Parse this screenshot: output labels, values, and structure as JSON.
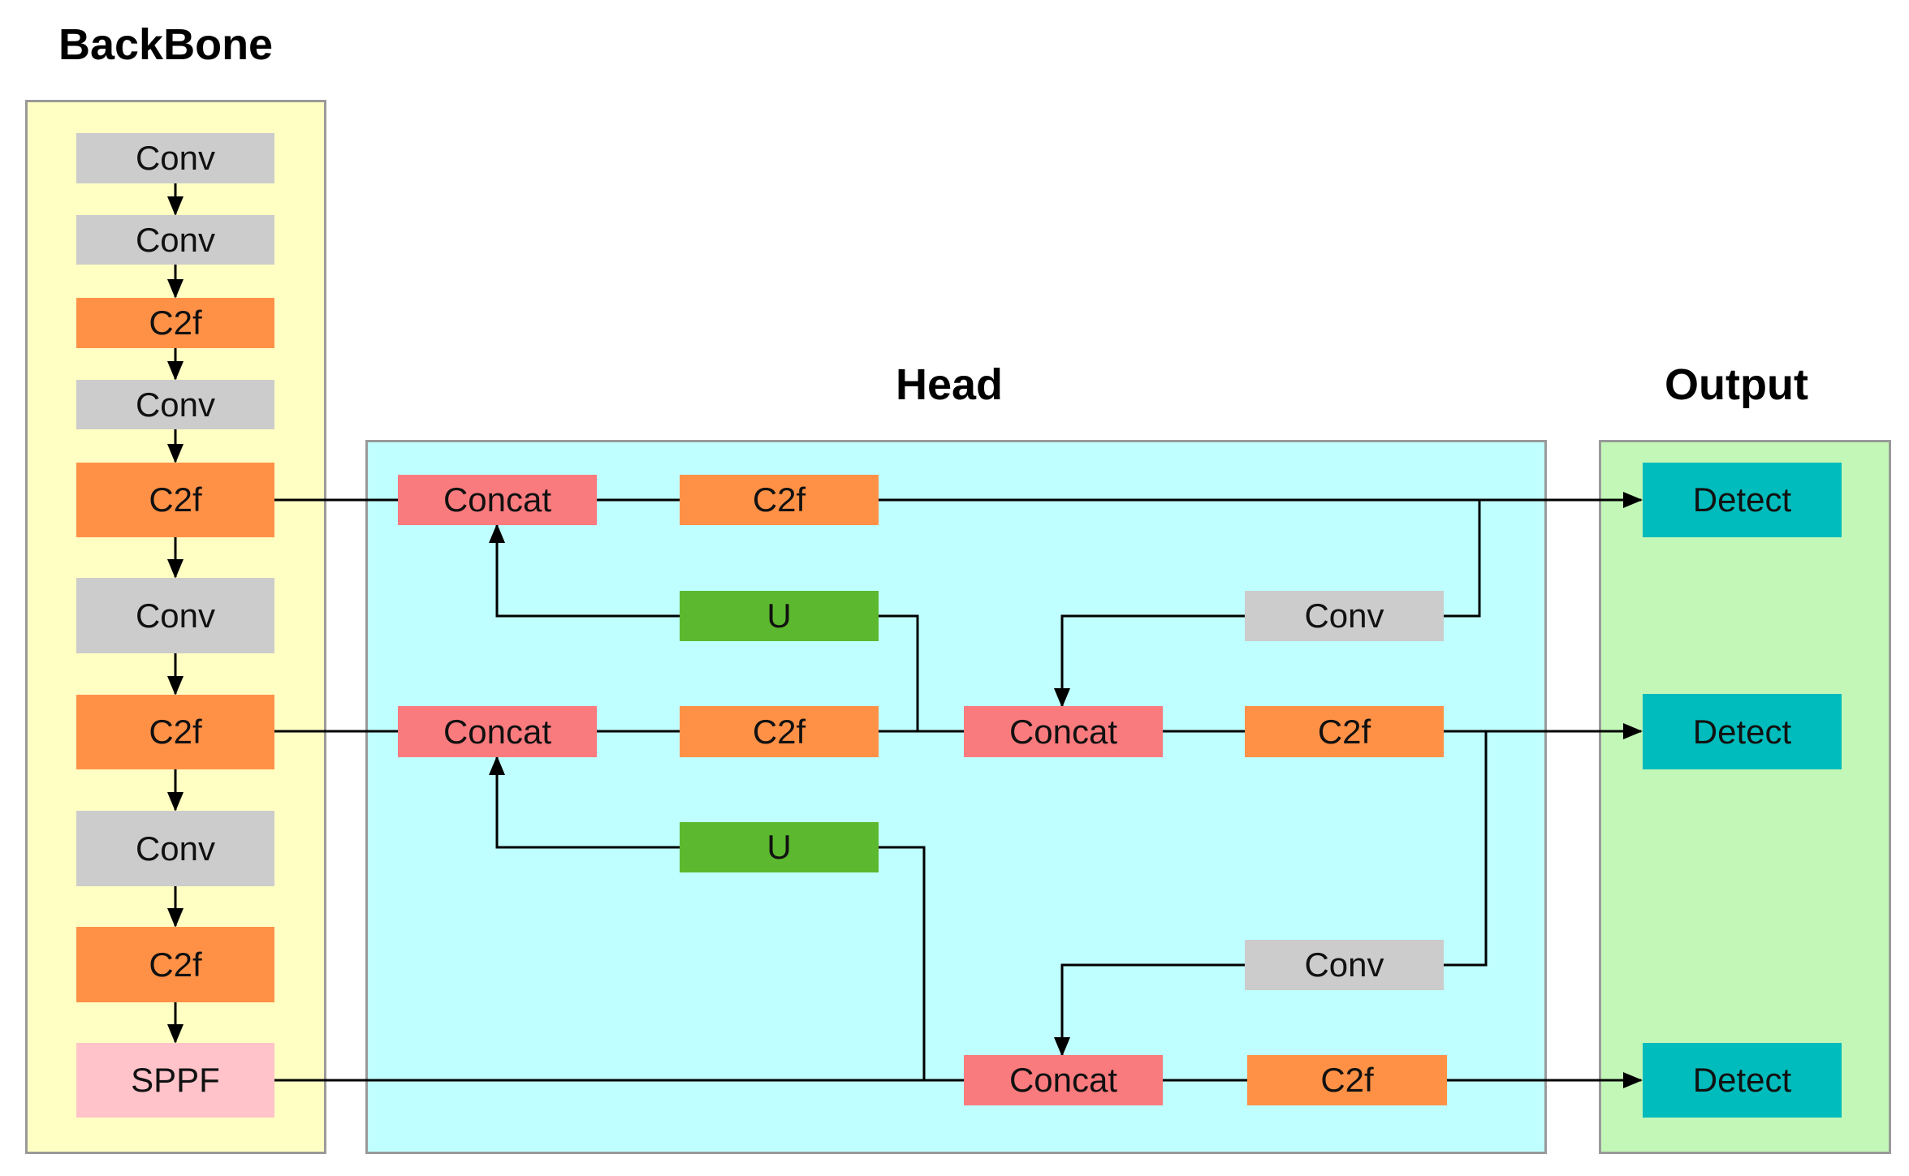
{
  "sections": {
    "backbone": "BackBone",
    "head": "Head",
    "output": "Output"
  },
  "colors": {
    "backbone_bg": "#ffffc4",
    "head_bg": "#c0ffff",
    "output_bg": "#c3f7b7",
    "conv": "#cccccc",
    "c2f": "#ff9147",
    "sppf": "#ffc3c9",
    "concat": "#fa7b7e",
    "upsample": "#5cb82e",
    "detect": "#00bcbc",
    "line": "#000000"
  },
  "backbone": {
    "b1": "Conv",
    "b2": "Conv",
    "b3": "C2f",
    "b4": "Conv",
    "b5": "C2f",
    "b6": "Conv",
    "b7": "C2f",
    "b8": "Conv",
    "b9": "C2f",
    "b10": "SPPF"
  },
  "head": {
    "concat1": "Concat",
    "c2f1": "C2f",
    "u1": "U",
    "conv_top": "Conv",
    "concat2": "Concat",
    "c2f2": "C2f",
    "concat_mid": "Concat",
    "c2f_mid": "C2f",
    "u2": "U",
    "conv_low": "Conv",
    "concat_bot": "Concat",
    "c2f_bot": "C2f"
  },
  "output": {
    "detect1": "Detect",
    "detect2": "Detect",
    "detect3": "Detect"
  }
}
